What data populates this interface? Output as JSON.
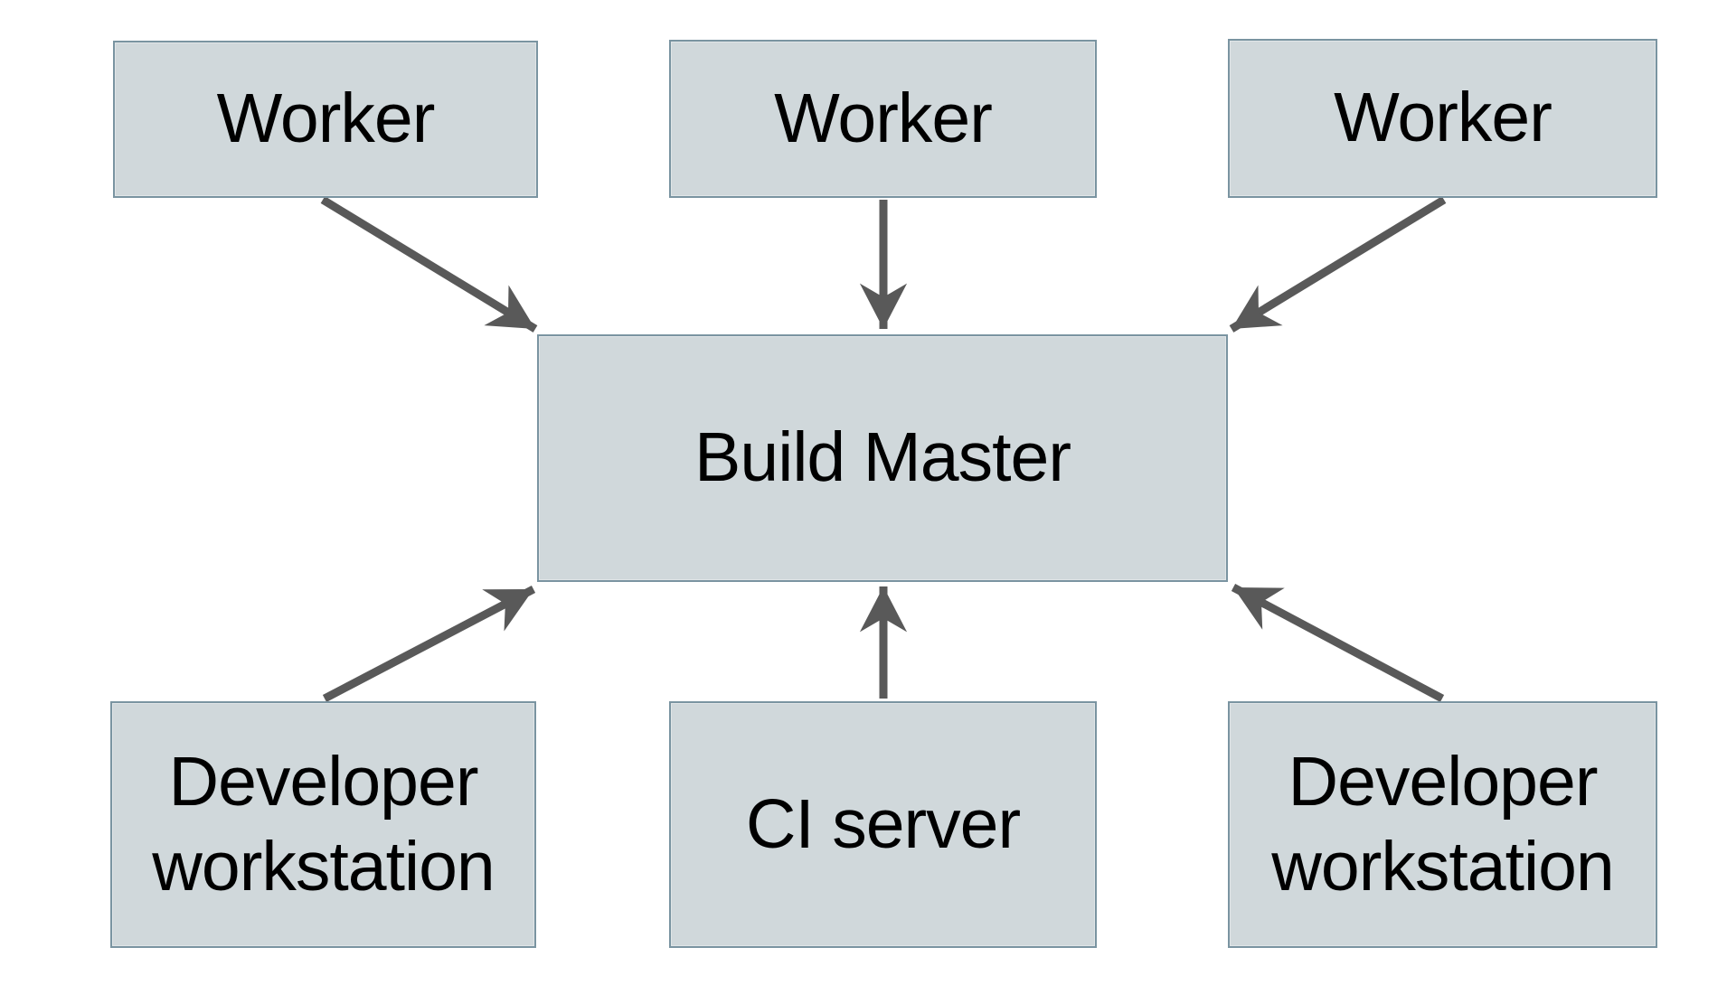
{
  "diagram": {
    "nodes": {
      "worker_1": {
        "label": "Worker"
      },
      "worker_2": {
        "label": "Worker"
      },
      "worker_3": {
        "label": "Worker"
      },
      "build_master": {
        "label": "Build Master"
      },
      "dev_workstation_left": {
        "label": "Developer workstation"
      },
      "ci_server": {
        "label": "CI server"
      },
      "dev_workstation_right": {
        "label": "Developer workstation"
      }
    },
    "edges": [
      {
        "from": "worker_1",
        "to": "build_master"
      },
      {
        "from": "worker_2",
        "to": "build_master"
      },
      {
        "from": "worker_3",
        "to": "build_master"
      },
      {
        "from": "dev_workstation_left",
        "to": "build_master"
      },
      {
        "from": "ci_server",
        "to": "build_master"
      },
      {
        "from": "dev_workstation_right",
        "to": "build_master"
      }
    ],
    "colors": {
      "background": "#ffffff",
      "node_fill": "#d0d8db",
      "node_border": "#7a94a1",
      "arrow": "#595959",
      "text": "#000000"
    }
  }
}
